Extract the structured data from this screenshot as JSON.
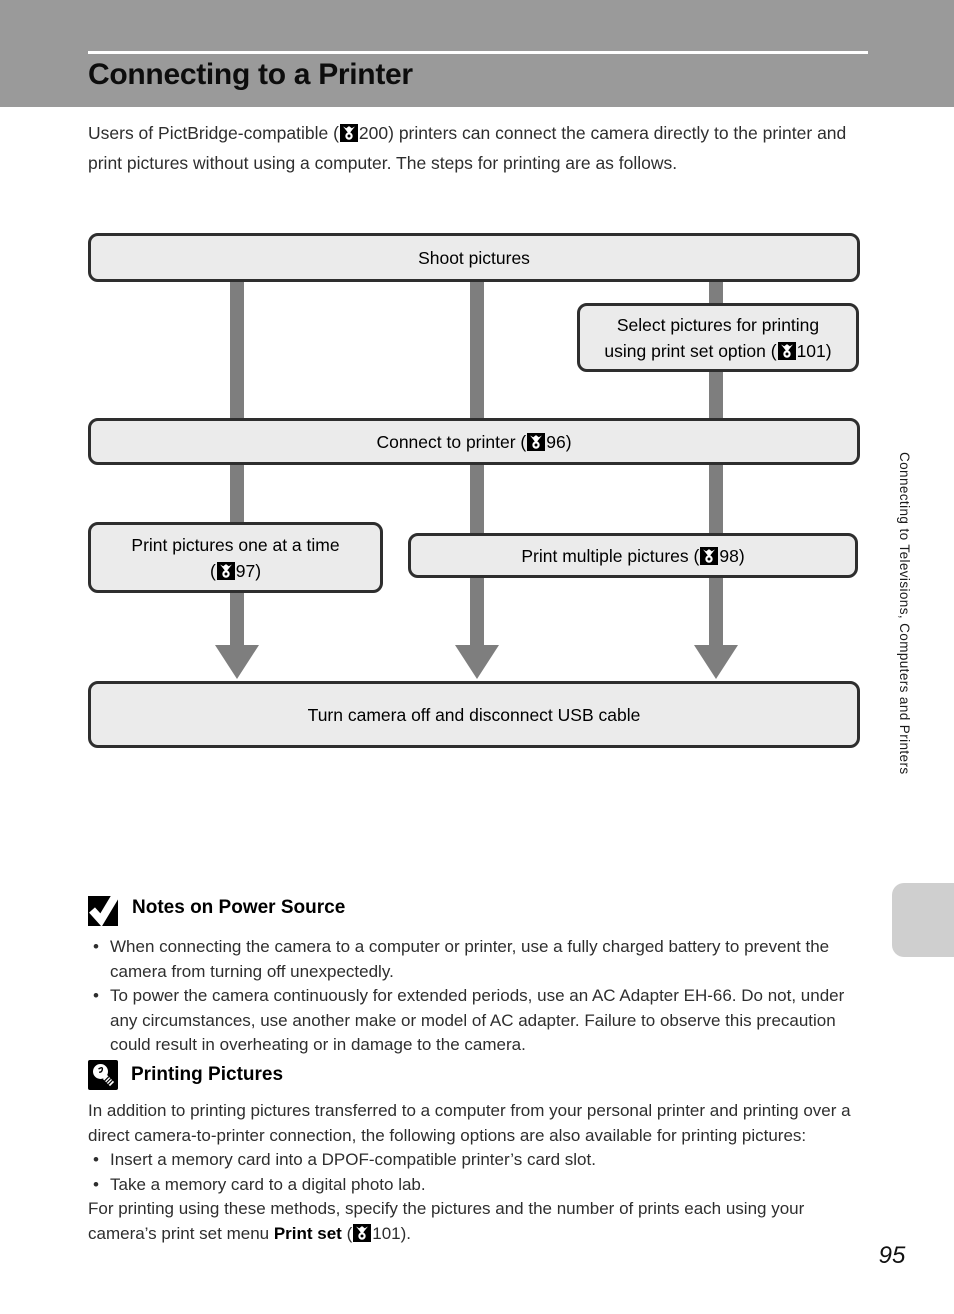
{
  "page": {
    "title": "Connecting to a Printer",
    "page_number": "95"
  },
  "intro": {
    "pre": "Users of PictBridge-compatible (",
    "ref": "200",
    "post": ") printers can connect the camera directly to the printer and print pictures without using a computer. The steps for printing are as follows."
  },
  "flowchart": {
    "shoot": {
      "label": "Shoot pictures"
    },
    "select": {
      "line1": "Select pictures for printing",
      "line2_pre": "using print set option (",
      "ref": "101",
      "line2_post": ")"
    },
    "connect": {
      "pre": "Connect to printer (",
      "ref": "96",
      "post": ")"
    },
    "print_one": {
      "line1": "Print pictures one at a time",
      "line2_pre": "(",
      "ref": "97",
      "line2_post": ")"
    },
    "print_multi": {
      "pre": "Print multiple pictures (",
      "ref": "98",
      "post": ")"
    },
    "turn_off": {
      "label": "Turn camera off and disconnect USB cable"
    }
  },
  "sidebar": {
    "vertical_label": "Connecting to Televisions, Computers and Printers"
  },
  "notes": {
    "heading": "Notes on Power Source",
    "icon": "check-icon",
    "bullets": [
      "When connecting the camera to a computer or printer, use a fully charged battery to prevent the camera from turning off unexpectedly.",
      "To power the camera continuously for extended periods, use an AC Adapter EH-66. Do not, under any circumstances, use another make or model of AC adapter. Failure to observe this precaution could result in overheating or in damage to the camera."
    ]
  },
  "printing": {
    "heading": "Printing Pictures",
    "icon": "lightbulb-icon",
    "paragraph": "In addition to printing pictures transferred to a computer from your personal printer and printing over a direct camera-to-printer connection, the following options are also available for printing pictures:",
    "bullets": [
      "Insert a memory card into a DPOF-compatible printer’s card slot.",
      "Take a memory card to a digital photo lab."
    ],
    "footer_pre": "For printing using these methods, specify the pictures and the number of prints each using your ",
    "footer_pre2": "camera’s print set menu ",
    "footer_bold": "Print set",
    "footer_mid": " (",
    "ref": "101",
    "footer_post": ")."
  },
  "icons": {
    "page_ref": "page-ref-icon",
    "notes": "check-icon",
    "printing": "lightbulb-icon"
  },
  "colors": {
    "header_bar": "#9a9a9a",
    "flow_box_fill": "#ebebeb",
    "flow_box_border": "#2e2e2e",
    "connector_gray": "#7e7e7e",
    "sidebar_tab": "#cfcfcf",
    "page_background": "#ffffff",
    "icon_black": "#000000"
  }
}
